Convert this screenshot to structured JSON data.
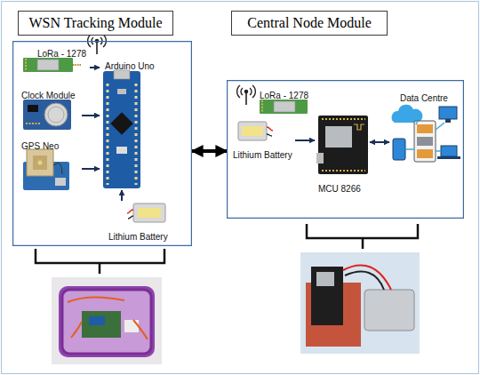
{
  "diagram": {
    "nodes": [
      {
        "text": [
          "WSN Tracking Module"
        ]
      },
      {
        "text": [
          "LoRa - 1278"
        ],
        "in": 0
      },
      {
        "text": [
          "Arduino Uno"
        ],
        "in": 0
      },
      {
        "text": [
          "Clock Module"
        ],
        "in": 0
      },
      {
        "text": [
          "GPS Neo"
        ],
        "in": 0
      },
      {
        "text": [
          "Lithium Battery"
        ],
        "in": 0
      },
      {
        "text": [
          "Central Node Module"
        ]
      },
      {
        "text": [
          "LoRa - 1278"
        ],
        "in": 6
      },
      {
        "text": [
          "Lithium Battery"
        ],
        "in": 6
      },
      {
        "text": [
          "MCU 8266"
        ],
        "in": 6
      },
      {
        "text": [
          "Data Centre"
        ],
        "in": 6
      }
    ],
    "edges": [
      {
        "from": 1,
        "to": 2,
        "arrow": "to"
      },
      {
        "from": 3,
        "to": 2,
        "arrow": "to"
      },
      {
        "from": 4,
        "to": 2,
        "arrow": "to"
      },
      {
        "from": 5,
        "to": 2,
        "arrow": "to"
      },
      {
        "from": 0,
        "to": 6,
        "arrow": "both"
      },
      {
        "from": 8,
        "to": 9,
        "arrow": "to"
      },
      {
        "from": 9,
        "to": 10,
        "arrow": "both"
      }
    ]
  }
}
